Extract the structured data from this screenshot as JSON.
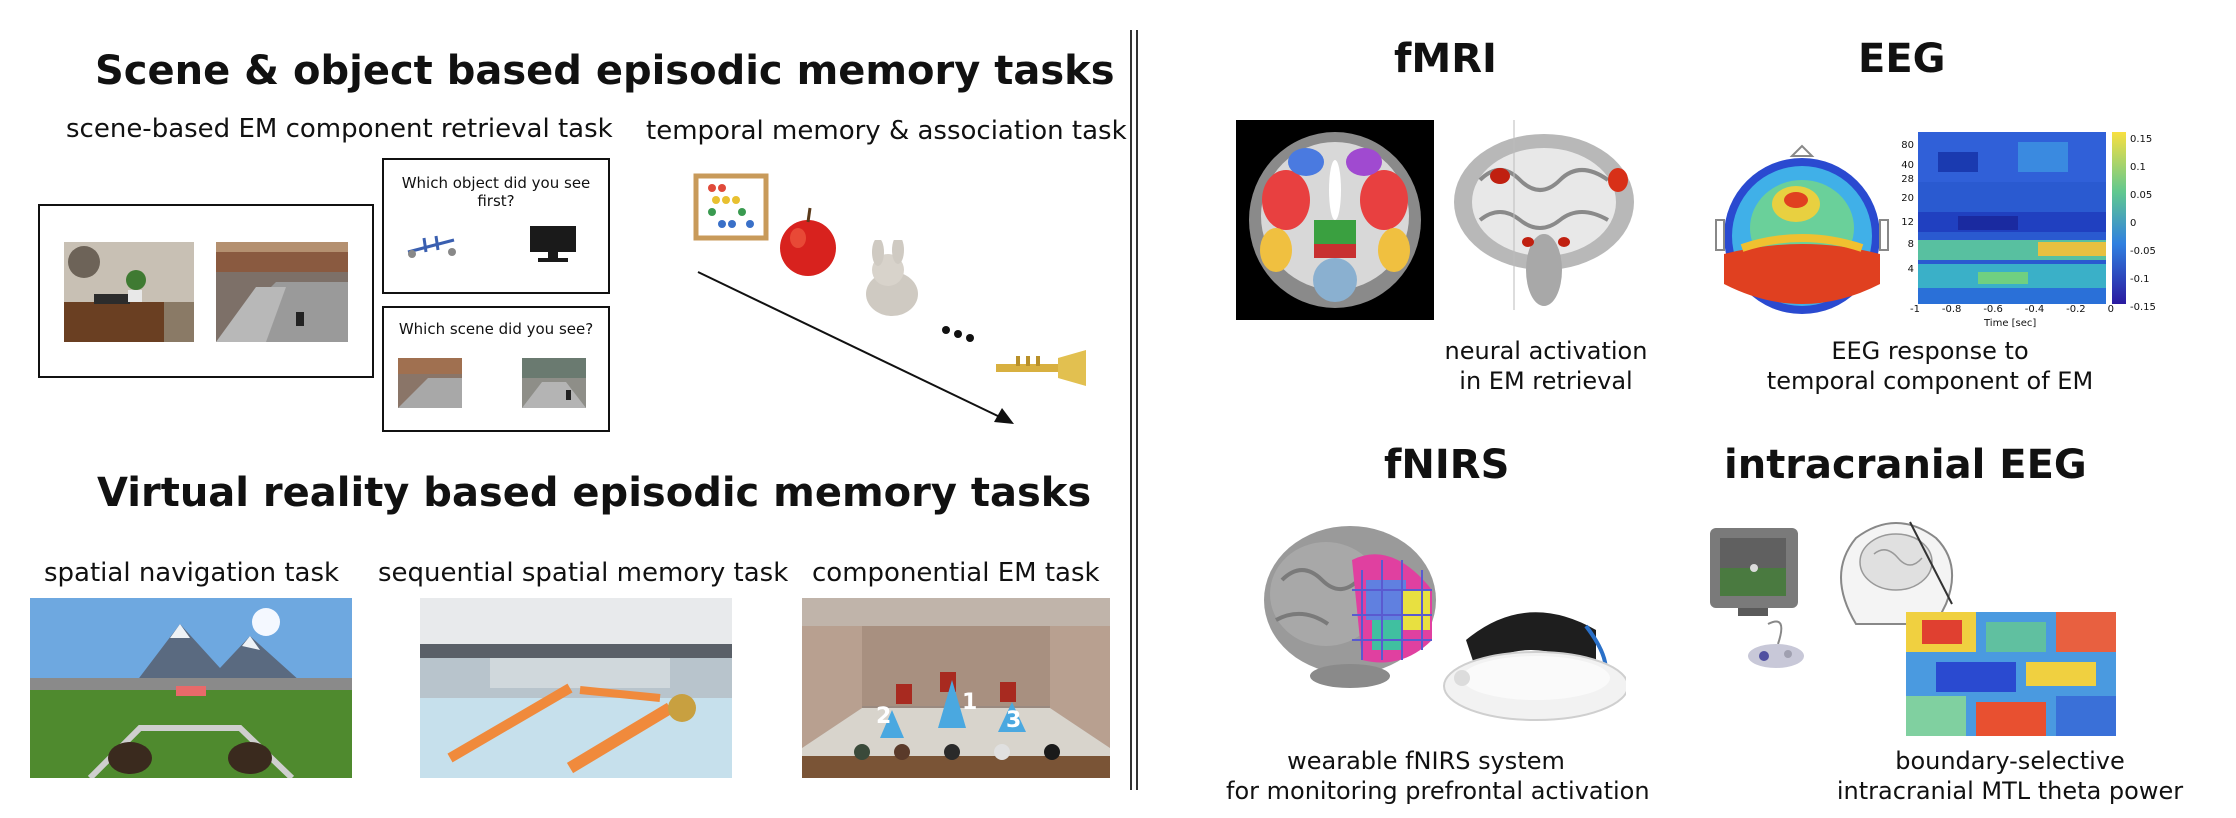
{
  "left": {
    "scene_title": "Scene & object based episodic memory tasks",
    "scene_task_label": "scene-based EM component retrieval task",
    "temporal_task_label": "temporal memory & association task",
    "q_object": "Which object did you see first?",
    "q_scene": "Which scene did you see?",
    "vr_title": "Virtual reality based episodic memory tasks",
    "vr_tasks": [
      "spatial navigation task",
      "sequential spatial memory task",
      "componential EM task"
    ],
    "arrow_numbers": [
      "2",
      "1",
      "3"
    ]
  },
  "right": {
    "fmri_title": "fMRI",
    "fmri_caption_1": "neural activation",
    "fmri_caption_2": "in EM retrieval",
    "eeg_title": "EEG",
    "eeg_caption_1": "EEG response to",
    "eeg_caption_2": "temporal component of EM",
    "eeg_colorbar_ticks": [
      "0.15",
      "0.1",
      "0.05",
      "0",
      "-0.05",
      "-0.1",
      "-0.15"
    ],
    "eeg_y_ticks": [
      "80",
      "40",
      "28",
      "20",
      "12",
      "8",
      "4"
    ],
    "eeg_x_ticks": [
      "-1",
      "-0.8",
      "-0.6",
      "-0.4",
      "-0.2",
      "0"
    ],
    "eeg_xlabel": "Time [sec]",
    "fnirs_title": "fNIRS",
    "fnirs_caption_1": "wearable fNIRS system",
    "fnirs_caption_2": "for monitoring prefrontal activation",
    "ieeg_title": "intracranial EEG",
    "ieeg_caption_1": "boundary-selective",
    "ieeg_caption_2": "intracranial MTL theta power"
  },
  "colors": {
    "sky": "#6ea8e0",
    "grass": "#4f8a2e",
    "orange_arrow": "#f08a3c",
    "blue_arrow": "#4aa8e0",
    "brain_gray": "#9a9a9a"
  }
}
